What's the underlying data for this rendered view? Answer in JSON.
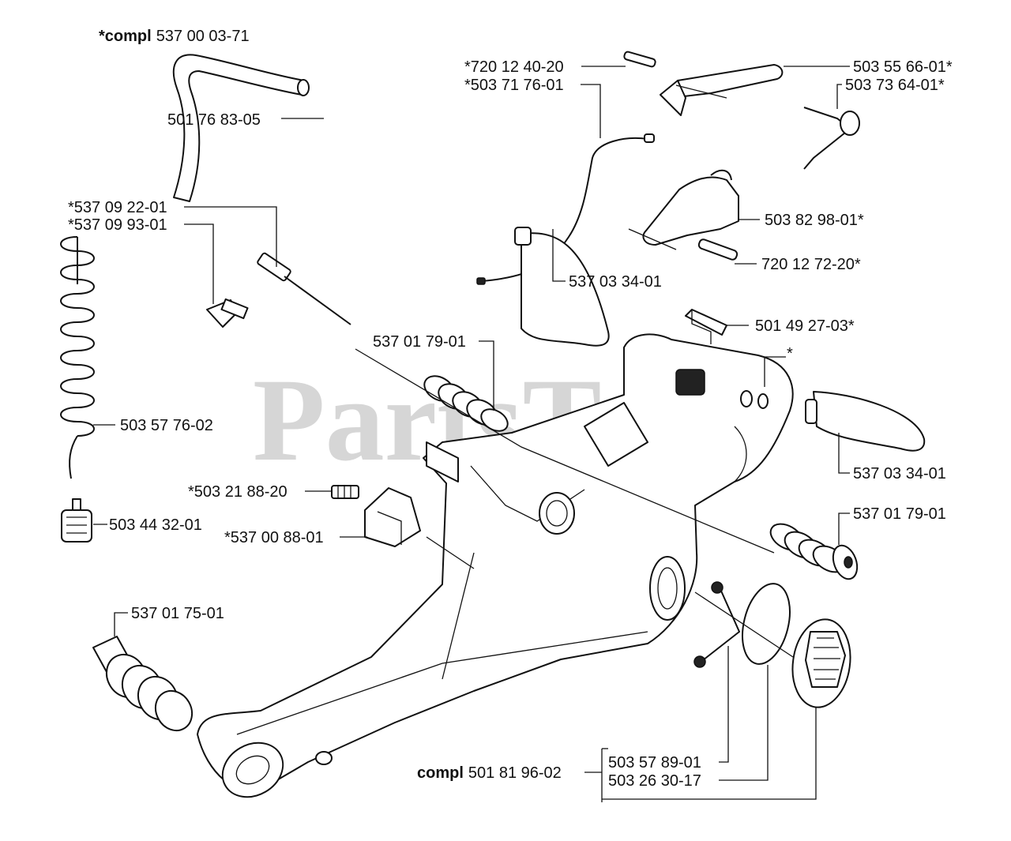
{
  "header": {
    "prefix": "*compl",
    "number": "537 00 03-71"
  },
  "watermark": "PartsTree",
  "labels": [
    {
      "id": "fuel-hose",
      "text": "501 76 83-05"
    },
    {
      "id": "pin-top",
      "text": "*720 12 40-20"
    },
    {
      "id": "cable",
      "text": "*503 71 76-01"
    },
    {
      "id": "throttle-trigger",
      "text": "503 55 66-01*"
    },
    {
      "id": "trigger-spring",
      "text": "503 73 64-01*"
    },
    {
      "id": "lockout",
      "text": "503 82 98-01*"
    },
    {
      "id": "pin-lower",
      "text": "720 12 72-20*"
    },
    {
      "id": "grip-cover-top",
      "text": "537 03 34-01"
    },
    {
      "id": "clip",
      "text": "501 49 27-03*"
    },
    {
      "id": "star",
      "text": "*"
    },
    {
      "id": "grip-cover-right",
      "text": "537 03 34-01"
    },
    {
      "id": "av-spring-left",
      "text": "537 01 79-01"
    },
    {
      "id": "av-spring-right",
      "text": "537 01 79-01"
    },
    {
      "id": "choke-rod",
      "text": "*537 09 22-01"
    },
    {
      "id": "choke-knob",
      "text": "*537 09 93-01"
    },
    {
      "id": "spiral-hose",
      "text": "503 57 76-02"
    },
    {
      "id": "fuel-filter",
      "text": "503 44 32-01"
    },
    {
      "id": "screw",
      "text": "*503 21 88-20"
    },
    {
      "id": "holder",
      "text": "*537 00 88-01"
    },
    {
      "id": "av-spring-bottom",
      "text": "537 01 75-01"
    },
    {
      "id": "cap-ring",
      "text": "503 57 89-01"
    },
    {
      "id": "o-ring",
      "text": "503 26 30-17"
    }
  ],
  "compl": {
    "prefix": "compl",
    "number": "501 81 96-02"
  }
}
